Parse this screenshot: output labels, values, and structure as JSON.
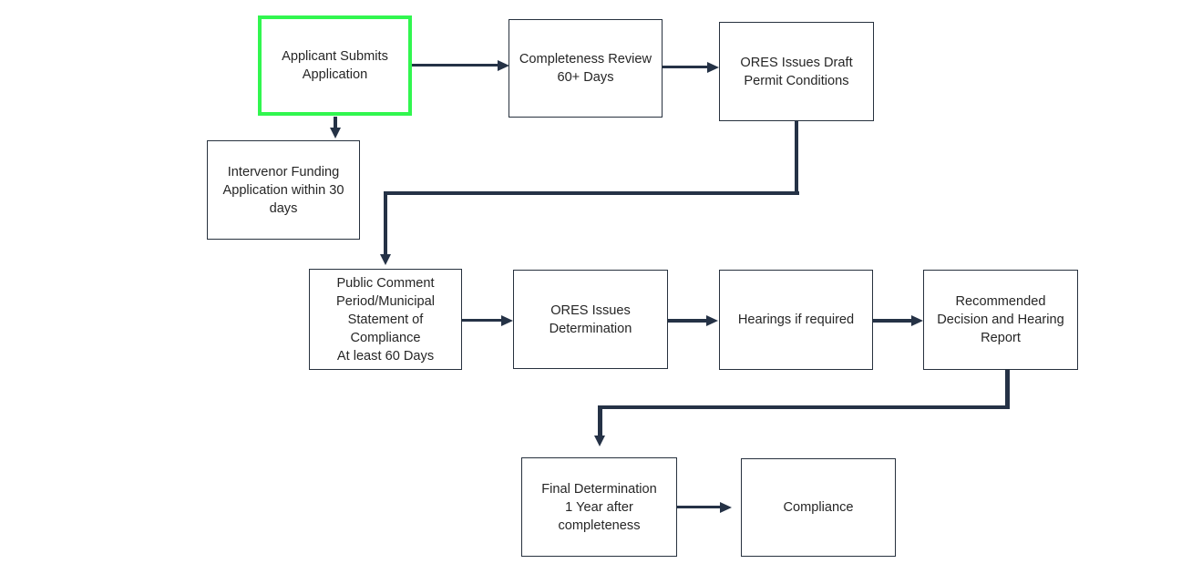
{
  "diagram": {
    "boxes": [
      {
        "id": "applicant-submits-application",
        "label": "Applicant Submits\nApplication",
        "highlighted": true
      },
      {
        "id": "completeness-review",
        "label": "Completeness Review\n60+ Days",
        "highlighted": false
      },
      {
        "id": "ores-issues-draft-permit-conditions",
        "label": "ORES Issues Draft\nPermit Conditions",
        "highlighted": false
      },
      {
        "id": "intervenor-funding-application",
        "label": "Intervenor Funding\nApplication within 30\ndays",
        "highlighted": false
      },
      {
        "id": "public-comment-period",
        "label": "Public Comment\nPeriod/Municipal\nStatement of\nCompliance\nAt least 60 Days",
        "highlighted": false
      },
      {
        "id": "ores-issues-determination",
        "label": "ORES Issues\nDetermination",
        "highlighted": false
      },
      {
        "id": "hearings-if-required",
        "label": "Hearings if required",
        "highlighted": false
      },
      {
        "id": "recommended-decision-hearing-report",
        "label": "Recommended\nDecision and Hearing\nReport",
        "highlighted": false
      },
      {
        "id": "final-determination",
        "label": "Final Determination\n1 Year after\ncompleteness",
        "highlighted": false
      },
      {
        "id": "compliance",
        "label": "Compliance",
        "highlighted": false
      }
    ],
    "connections": [
      "applicant-submits-application -> completeness-review",
      "completeness-review -> ores-issues-draft-permit-conditions",
      "applicant-submits-application -> intervenor-funding-application",
      "ores-issues-draft-permit-conditions -> public-comment-period",
      "public-comment-period -> ores-issues-determination",
      "ores-issues-determination -> hearings-if-required",
      "hearings-if-required -> recommended-decision-hearing-report",
      "recommended-decision-hearing-report -> final-determination",
      "final-determination -> compliance"
    ],
    "colors": {
      "selection_highlight": "#31f64f",
      "connector_line": "#253246",
      "box_border": "#27313e",
      "text": "#262626",
      "background": "#ffffff"
    }
  }
}
